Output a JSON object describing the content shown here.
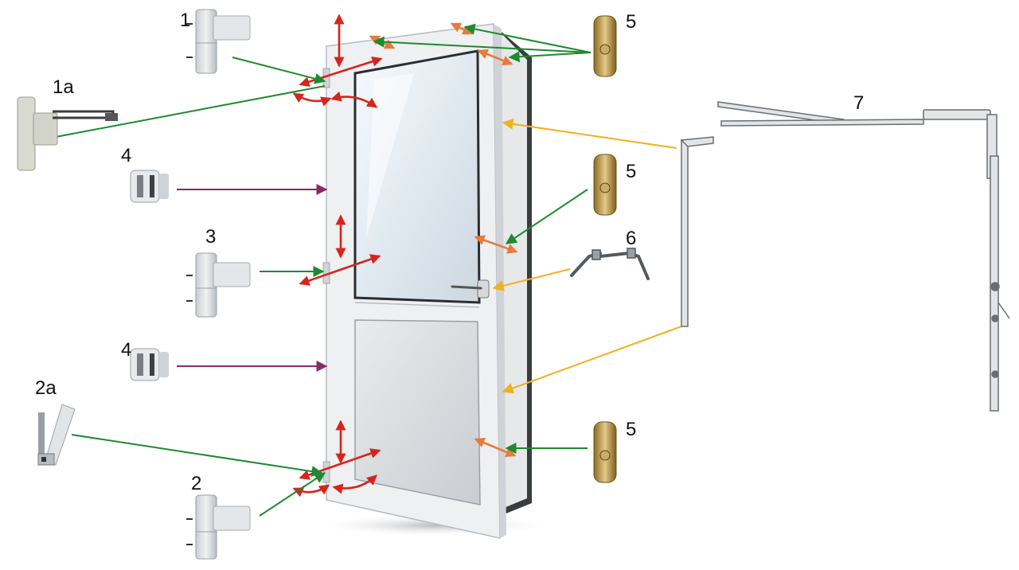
{
  "labels": {
    "hinge_top": "1",
    "hinge_top_alt": "1a",
    "hinge_middle": "3",
    "hinge_bottom": "2",
    "hinge_bottom_alt": "2a",
    "roller_upper": "4",
    "roller_lower": "4",
    "keeper_top": "5",
    "keeper_middle": "5",
    "keeper_bottom": "5",
    "handle": "6",
    "espagnolette": "7"
  },
  "colors": {
    "hinge_arrow": "#1e8a2e",
    "roller_arrow": "#8a2a6a",
    "fitting_arrow": "#f2b01e",
    "adjust_vertical": "#d8241c",
    "adjust_lateral": "#e87a3c",
    "frame": "#eef0f2",
    "glass": "#dfe7ef",
    "panel": "#d9dcdf"
  }
}
